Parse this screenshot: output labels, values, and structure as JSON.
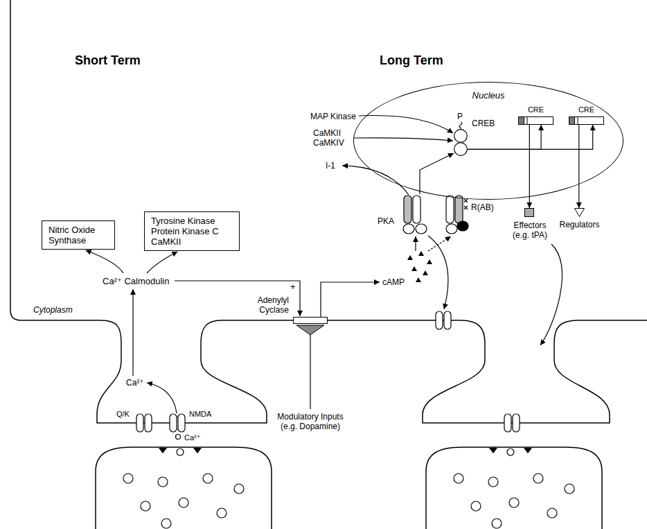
{
  "diagram": {
    "nodes": [
      {
        "text": [
          "Nucleus"
        ]
      },
      {
        "text": [
          "CREB"
        ],
        "in": 0
      },
      {
        "text": [
          "CRE"
        ],
        "in": 0
      },
      {
        "text": [
          "CRE"
        ],
        "in": 0
      },
      {
        "text": [
          "Nitric Oxide Synthase"
        ]
      },
      {
        "text": [
          "Tyrosine Kinase Protein Kinase C CaMKII"
        ]
      },
      {
        "text": [
          "Effectors (e.g. tPA)"
        ]
      },
      {
        "text": [
          "Regulators"
        ]
      },
      {
        "text": [
          "Adenylyl Cyclase"
        ]
      }
    ],
    "edges": [
      {
        "from": 1,
        "to": 2,
        "arrow": "to"
      },
      {
        "from": 1,
        "to": 3,
        "arrow": "to"
      },
      {
        "from": 2,
        "to": 6,
        "arrow": "to"
      },
      {
        "from": 3,
        "to": 7,
        "arrow": "to"
      }
    ],
    "labels": [
      "Short Term",
      "Long Term",
      "MAP Kinase",
      "P",
      "CaMKII CaMKIV",
      "I-1",
      "PKA",
      "R(AB)",
      "cAMP",
      "Ca²⁺ Calmodulin",
      "+",
      "Cytoplasm",
      "Ca²⁺",
      "Q/K",
      "NMDA",
      "Modulatory Inputs (e.g. Dopamine)",
      "Ca²⁺"
    ]
  }
}
